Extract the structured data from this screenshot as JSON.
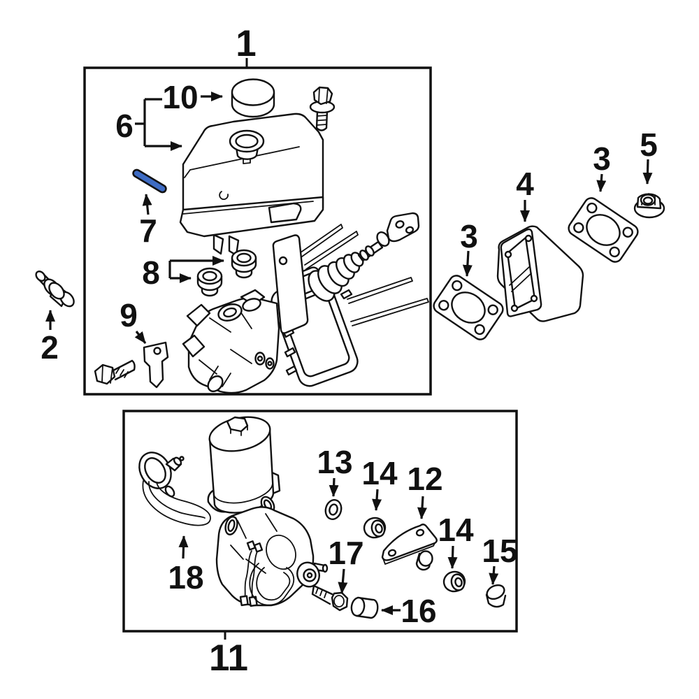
{
  "diagram": {
    "background": "#ffffff",
    "line_color": "#111111",
    "highlight_color": "#3e6cc4",
    "callouts": {
      "n1": "1",
      "n2": "2",
      "n3a": "3",
      "n3b": "3",
      "n4": "4",
      "n5": "5",
      "n6": "6",
      "n7": "7",
      "n8": "8",
      "n9": "9",
      "n10": "10",
      "n11": "11",
      "n12": "12",
      "n13": "13",
      "n14a": "14",
      "n14b": "14",
      "n15": "15",
      "n16": "16",
      "n17": "17",
      "n18": "18"
    }
  }
}
